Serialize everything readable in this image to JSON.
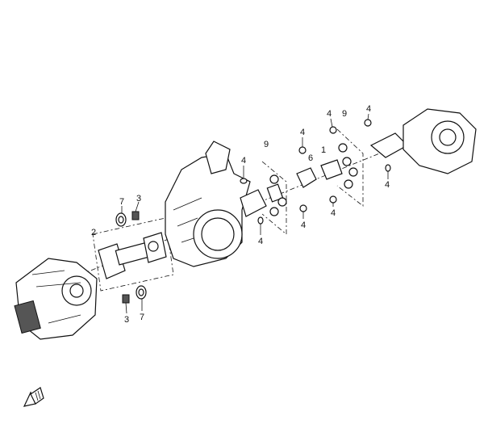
{
  "diagram": {
    "type": "exploded-parts-view",
    "callouts": [
      "4",
      "9",
      "4",
      "4",
      "9",
      "1",
      "6",
      "4",
      "4",
      "4",
      "4",
      "4",
      "7",
      "3",
      "2",
      "3",
      "7"
    ],
    "icons": {
      "direction": "front-direction-arrow-icon"
    }
  }
}
